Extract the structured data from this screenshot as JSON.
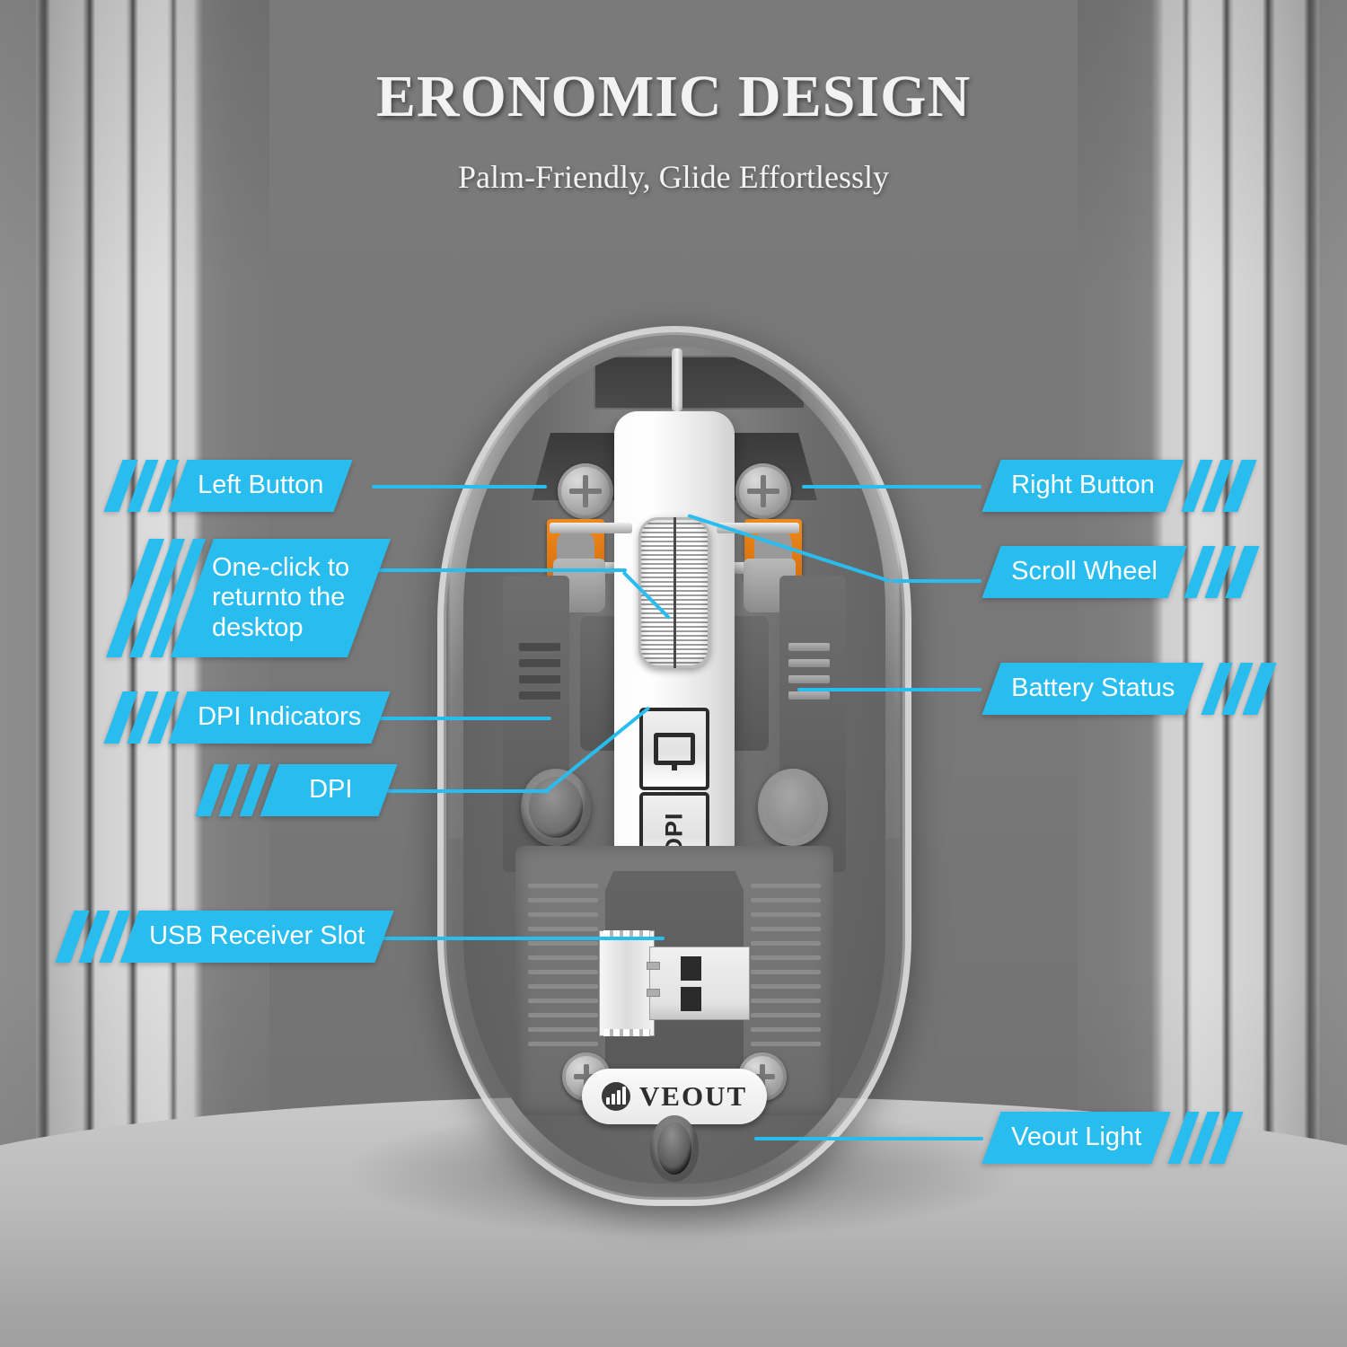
{
  "header": {
    "title": "ERONOMIC DESIGN",
    "subtitle": "Palm-Friendly, Glide Effortlessly"
  },
  "theme": {
    "accent": "#29bdef",
    "label_text": "#ffffff",
    "background": "#7a7a7a",
    "switch_orange": "#ef8a1c"
  },
  "product": {
    "brand": "VEOUT",
    "brand_icon": "bar-chart-circle-icon",
    "dpi_button_label": "DPI",
    "desktop_button_icon": "monitor-icon"
  },
  "callouts": {
    "left": [
      {
        "label": "Left Button"
      },
      {
        "label": "One-click to\nreturnto the\ndesktop"
      },
      {
        "label": "DPI Indicators"
      },
      {
        "label": "DPI"
      },
      {
        "label": "USB Receiver Slot"
      }
    ],
    "right": [
      {
        "label": "Right Button"
      },
      {
        "label": "Scroll Wheel"
      },
      {
        "label": "Battery Status"
      },
      {
        "label": "Veout Light"
      }
    ]
  }
}
